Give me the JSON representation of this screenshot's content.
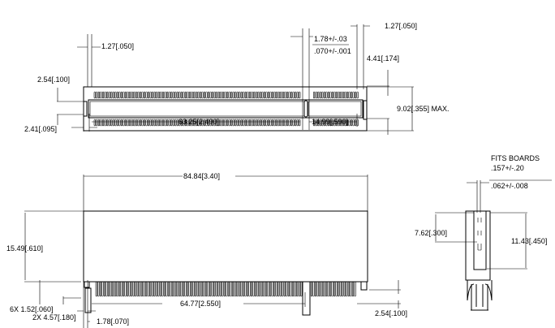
{
  "top_view": {
    "dim_left_pitch": "1.27[.050]",
    "dim_key_width_line1": "1.78+/-.03",
    "dim_key_width_line2": ".070+/-.001",
    "dim_right_edge": "1.27[.050]",
    "dim_row_offset": "4.41[.174]",
    "dim_height": "9.02[.355] MAX.",
    "dim_left_notch": "2.54[.100]",
    "dim_left_margin": "2.41[.095]",
    "dim_long_section": "63.25[2.490]",
    "dim_short_section": "14.99[.590]"
  },
  "front_view": {
    "dim_overall_length": "84.84[3.40]",
    "dim_body_height": "15.49[.610]",
    "dim_standoff": "6X 1.52[.060]",
    "dim_peg_length": "2X 4.57[.180]",
    "dim_peg_spacing": "64.77[2.550]",
    "dim_pin_length": "2.54[.100]",
    "dim_peg_offset": "1.78[.070]"
  },
  "side_view": {
    "fits_boards_label": "FITS BOARDS",
    "board_thickness_line1": ".157+/-.20",
    "board_thickness_line2": ".062+/-.008",
    "dim_slot_depth": "7.62[.300]",
    "dim_body_height": "11.43[.450]"
  }
}
